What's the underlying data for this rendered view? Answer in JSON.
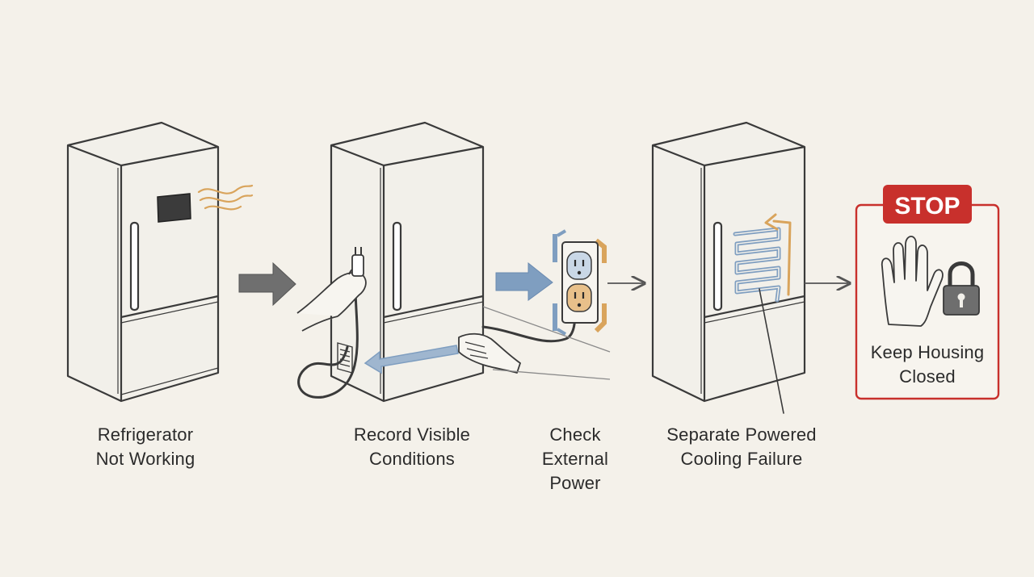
{
  "steps": [
    {
      "line1": "Refrigerator",
      "line2": "Not Working"
    },
    {
      "line1": "Record Visible",
      "line2": "Conditions"
    },
    {
      "line1": "Check",
      "line2": "External",
      "line3": "Power"
    },
    {
      "line1": "Separate Powered",
      "line2": "Cooling Failure"
    }
  ],
  "stop_box": {
    "badge": "STOP",
    "line1": "Keep Housing",
    "line2": "Closed"
  },
  "colors": {
    "background": "#f4f1ea",
    "outline": "#3a3a3a",
    "fridge_fill": "#f2f0ea",
    "arrow_fill": "#6f6f6f",
    "blue_accent": "#7f9ec0",
    "orange_accent": "#d9a45c",
    "stop_red": "#c8302c"
  },
  "icons": [
    "fridge-icon",
    "display-panel-icon",
    "warm-air-icon",
    "hand-holding-plug-icon",
    "power-outlet-icon",
    "vent-grille-icon",
    "cooling-coil-icon",
    "open-hand-icon",
    "padlock-icon"
  ]
}
